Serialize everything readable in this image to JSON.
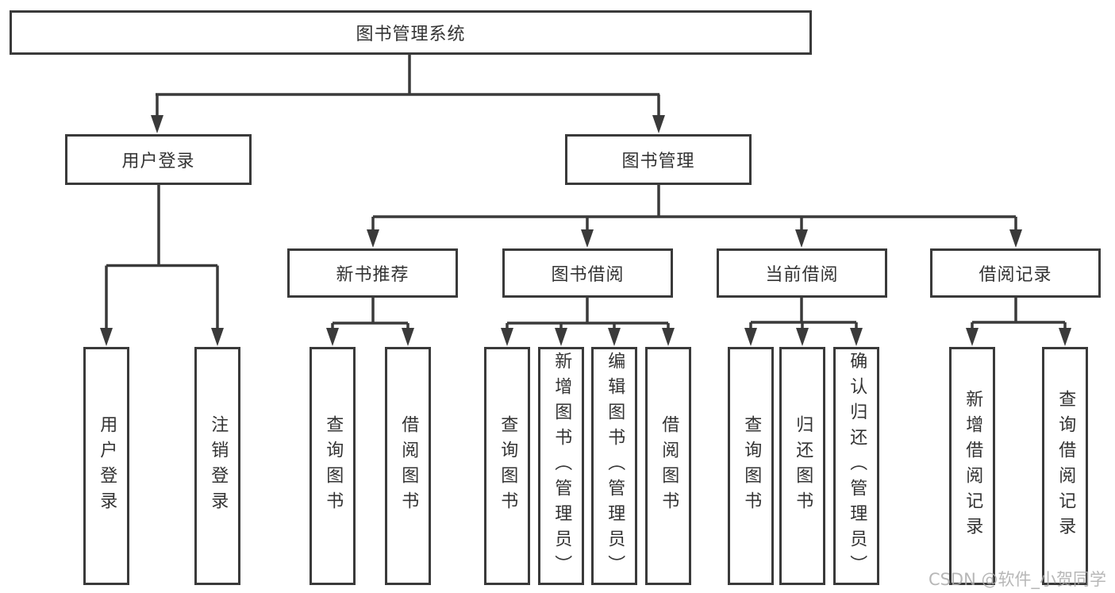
{
  "diagram": {
    "title": "图书管理系统",
    "branches": [
      {
        "label": "用户登录",
        "children": [
          {
            "label": "用户登录"
          },
          {
            "label": "注销登录"
          }
        ]
      },
      {
        "label": "图书管理",
        "children": [
          {
            "label": "新书推荐",
            "children": [
              {
                "label": "查询图书"
              },
              {
                "label": "借阅图书"
              }
            ]
          },
          {
            "label": "图书借阅",
            "children": [
              {
                "label": "查询图书"
              },
              {
                "label": "新增图书（管理员）"
              },
              {
                "label": "编辑图书（管理员）"
              },
              {
                "label": "借阅图书"
              }
            ]
          },
          {
            "label": "当前借阅",
            "children": [
              {
                "label": "查询图书"
              },
              {
                "label": "归还图书"
              },
              {
                "label": "确认归还（管理员）"
              }
            ]
          },
          {
            "label": "借阅记录",
            "children": [
              {
                "label": "新增借阅记录"
              },
              {
                "label": "查询借阅记录"
              }
            ]
          }
        ]
      }
    ]
  },
  "watermark": "CSDN @软件_小贺同学",
  "colors": {
    "line": "#3a3a3a",
    "box_border": "#3a3a3a",
    "box_fill": "#ffffff",
    "text": "#333333",
    "watermark": "#ababab"
  }
}
